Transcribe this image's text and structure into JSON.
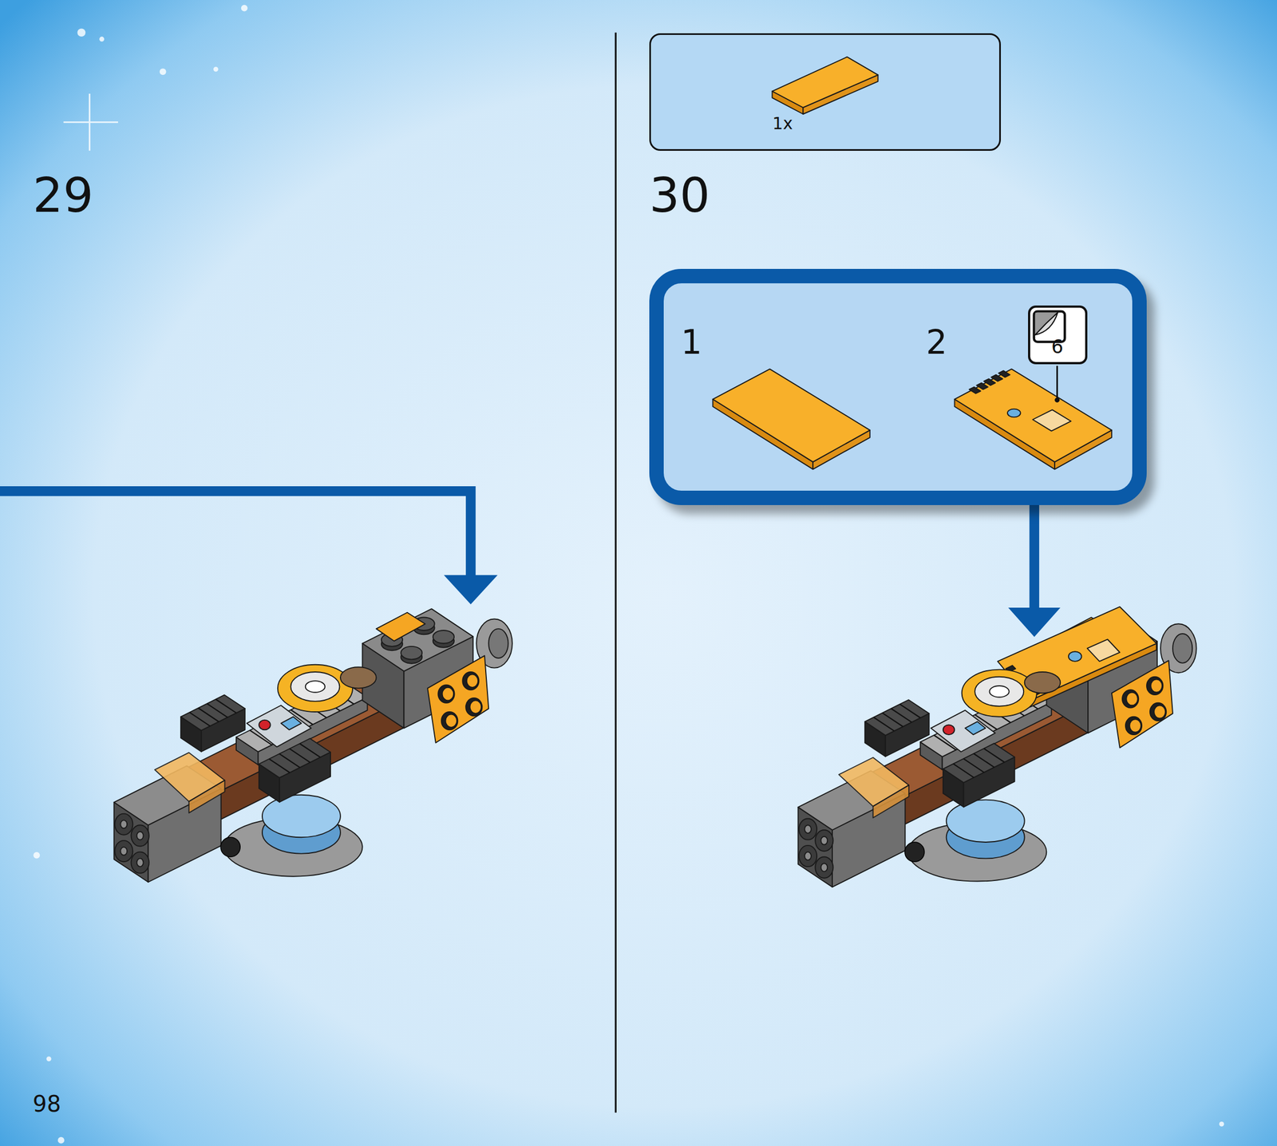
{
  "diagram": {
    "nodes": [
      {
        "text": [
          "1x"
        ]
      },
      {
        "text": [
          "1",
          "2"
        ]
      },
      {
        "text": [
          "6"
        ],
        "in": 1
      }
    ],
    "labels": [
      "29",
      "30",
      "98"
    ]
  }
}
